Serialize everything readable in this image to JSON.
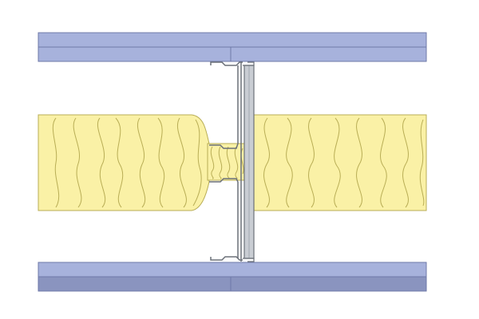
{
  "diagram": {
    "view": "plan-section",
    "components": [
      {
        "name": "plasterboard-top-outer",
        "kind": "board"
      },
      {
        "name": "plasterboard-top-inner",
        "kind": "board"
      },
      {
        "name": "insulation-left",
        "kind": "mineral-wool"
      },
      {
        "name": "insulation-right",
        "kind": "mineral-wool"
      },
      {
        "name": "insulation-compressed",
        "kind": "mineral-wool"
      },
      {
        "name": "steel-stud",
        "kind": "c-stud"
      },
      {
        "name": "steel-channel",
        "kind": "channel"
      },
      {
        "name": "plasterboard-bottom-inner",
        "kind": "board"
      },
      {
        "name": "plasterboard-bottom-outer",
        "kind": "board"
      }
    ],
    "colors": {
      "board_light": "#a7b2dc",
      "board_dark": "#8a94bf",
      "board_edge": "#6f79a8",
      "insulation_fill": "#faf1a6",
      "insulation_line": "#b8ad55",
      "steel_fill": "#c9cdd3",
      "steel_edge": "#6b7078"
    },
    "icons": [
      "plasterboard-icon",
      "insulation-icon",
      "steel-stud-icon"
    ]
  }
}
